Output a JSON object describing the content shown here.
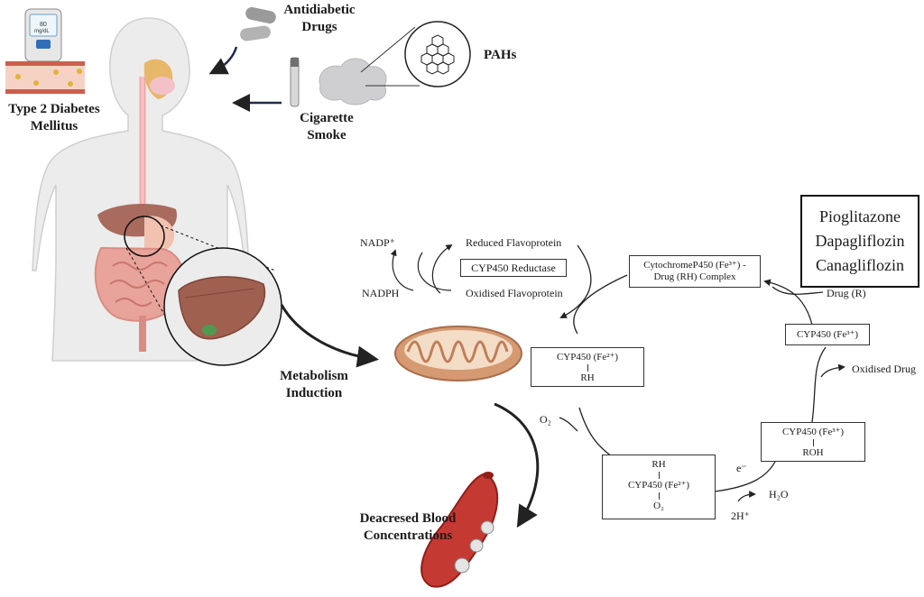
{
  "labels": {
    "diabetes": "Type 2 Diabetes Mellitus",
    "glucometer_value": "80",
    "glucometer_unit": "mg/dL",
    "antidiabetic": "Antidiabetic Drugs",
    "pahs": "PAHs",
    "smoke": "Cigarette Smoke",
    "metabolism": "Metabolism Induction",
    "decreased": "Deacresed Blood Concentrations"
  },
  "drugs": [
    "Pioglitazone",
    "Dapagliflozin",
    "Canagliflozin"
  ],
  "reductase": {
    "nadp": "NADP⁺",
    "nadph": "NADPH",
    "reduced": "Reduced Flavoprotein",
    "oxidised": "Oxidised Flavoprotein",
    "enzyme": "CYP450 Reductase"
  },
  "cycle": {
    "complex_line1": "CytochromeP450 (Fe³⁺) -",
    "complex_line2": "Drug (RH) Complex",
    "drug_r": "Drug (R)",
    "fe3": "CYP450 (Fe³⁺)",
    "oxidised_drug": "Oxidised Drug",
    "roh_top": "CYP450 (Fe³⁺)",
    "roh_bottom": "ROH",
    "e": "e⁻",
    "h2o": "H₂O",
    "h": "2H⁺",
    "o2_complex_top": "RH",
    "o2_complex_mid": "CYP450 (Fe²⁺)",
    "o2_complex_bottom": "O₂",
    "o2": "O₂",
    "fe2_top": "CYP450 (Fe²⁺)",
    "fe2_bottom": "RH"
  }
}
